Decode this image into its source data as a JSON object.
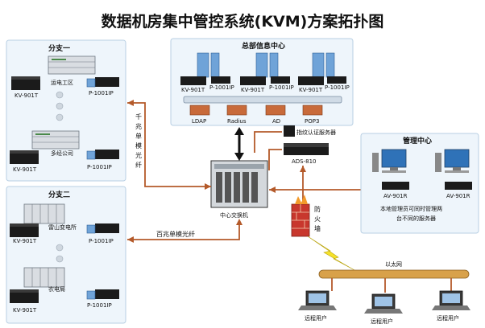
{
  "title": "数据机房集中管控系统(KVM)方案拓扑图",
  "branch1": {
    "title": "分支一",
    "site_a": "运电工区",
    "site_b": "多经公司",
    "kvm_a": "KV-901T",
    "ip_a": "P-1001IP",
    "kvm_b": "KV-901T",
    "ip_b": "P-1001IP"
  },
  "branch2": {
    "title": "分支二",
    "site_a": "雷山变电所",
    "site_b": "农电局",
    "kvm_a": "KV-901T",
    "ip_a": "P-1001IP",
    "kvm_b": "KV-901T",
    "ip_b": "P-1001IP"
  },
  "hq": {
    "title": "总部信息中心",
    "kvm_1": "KV-901T",
    "ip_1": "P-1001IP",
    "kvm_2": "KV-901T",
    "ip_2": "P-1001IP",
    "kvm_3": "KV-901T",
    "ip_3": "P-1001IP",
    "servers": [
      "LDAP",
      "Radius",
      "AD",
      "POP3"
    ]
  },
  "fingerprint_server": "指纹认证服务器",
  "ads": "ADS-810",
  "core_switch": "中心交换机",
  "fiber_gigabit_chars": [
    "千",
    "兆",
    "单",
    "模",
    "光",
    "纤"
  ],
  "fiber_100m": "百兆单模光纤",
  "firewall_chars": [
    "防",
    "火",
    "墙"
  ],
  "mgmt": {
    "title": "管理中心",
    "device_1": "AV-901R",
    "device_2": "AV-901R",
    "desc_line1": "本地管理员可同时管理两",
    "desc_line2": "台不同的服务器"
  },
  "ethernet": "以太网",
  "remote_users": [
    "远程用户",
    "远程用户",
    "远程用户"
  ],
  "colors": {
    "title": "#111111",
    "link": "#b45a2a",
    "panel": "#eef5fb"
  }
}
